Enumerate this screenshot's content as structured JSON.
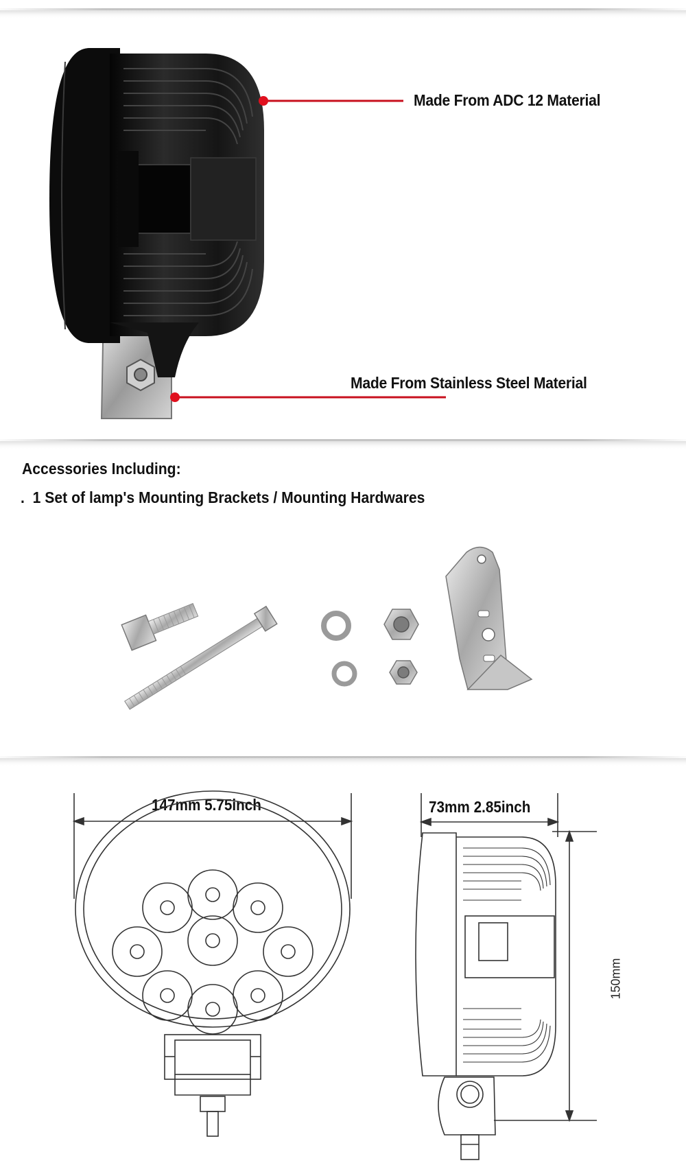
{
  "callouts": {
    "housing_material": "Made From ADC 12 Material",
    "bracket_material": "Made From Stainless Steel Material"
  },
  "accessories": {
    "title": "Accessories Including:",
    "bullet": ".",
    "item": "1 Set of lamp's Mounting Brackets  /  Mounting Hardwares"
  },
  "dimensions": {
    "width": "147mm 5.75inch",
    "depth": "73mm 2.85inch",
    "height": "150mm"
  },
  "colors": {
    "callout_line": "#c8101e",
    "callout_dot": "#e0101e",
    "lamp_body": "#1a1a1a",
    "drawing_line": "#333333"
  }
}
